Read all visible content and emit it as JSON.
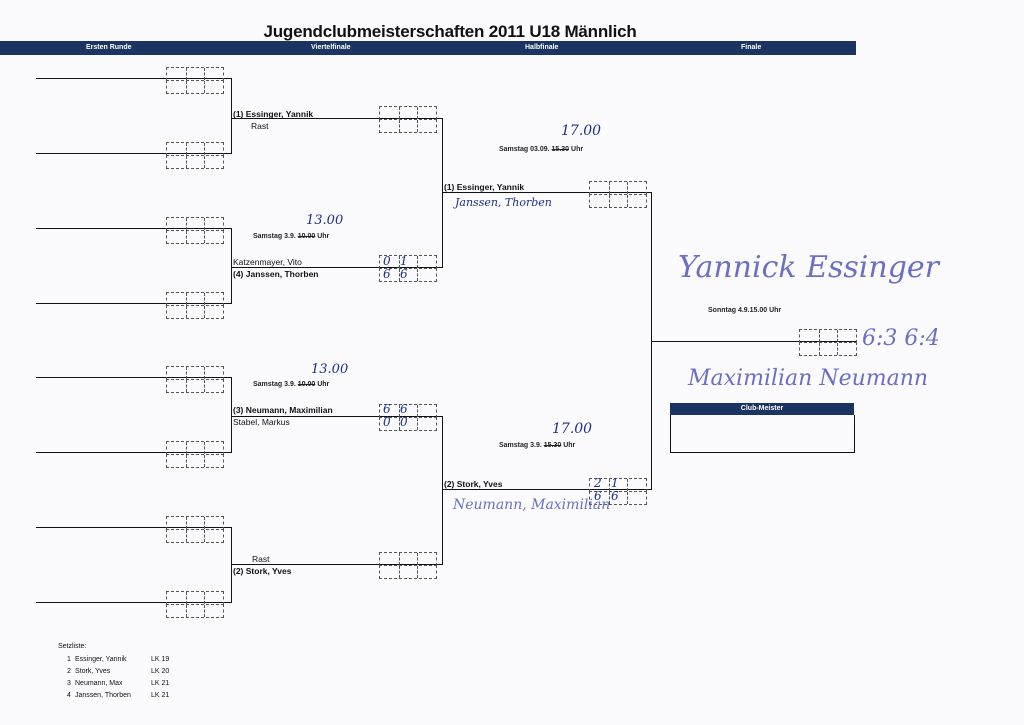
{
  "title": "Jugendclubmeisterschaften 2011 U18 Männlich",
  "rounds": [
    "Ersten Runde",
    "Viertelfinale",
    "Halbfinale",
    "Finale"
  ],
  "quarterfinals": {
    "qf1": {
      "player": "(1) Essinger, Yannik",
      "opponent": "Rast"
    },
    "qf2": {
      "time_written": "13.00",
      "schedule_prefix": "Samstag 3.9. ",
      "schedule_struck": "10.00",
      "schedule_suffix": " Uhr",
      "player_top": "Katzenmayer, Vito",
      "player_bottom": "(4) Janssen, Thorben",
      "score_top": [
        "0",
        "1"
      ],
      "score_bottom": [
        "6",
        "6"
      ]
    },
    "qf3": {
      "time_written": "13.00",
      "schedule_prefix": "Samstag 3.9. ",
      "schedule_struck": "10.00",
      "schedule_suffix": " Uhr",
      "player_top": "(3) Neumann, Maximilian",
      "player_bottom": "Stabel, Markus",
      "score_top": [
        "6",
        "6"
      ],
      "score_bottom": [
        "0",
        "0"
      ]
    },
    "qf4": {
      "opponent": "Rast",
      "player": "(2) Stork, Yves"
    }
  },
  "semifinals": {
    "sf1": {
      "time_written": "17.00",
      "schedule_prefix": "Samstag 03.09. ",
      "schedule_struck": "15.30",
      "schedule_suffix": " Uhr",
      "player": "(1) Essinger, Yannik",
      "opponent_written": "Janssen, Thorben"
    },
    "sf2": {
      "time_written": "17.00",
      "schedule_prefix": "Samstag 3.9. ",
      "schedule_struck": "15.30",
      "schedule_suffix": " Uhr",
      "player": "(2) Stork, Yves",
      "opponent_written": "Neumann, Maximilian",
      "score_top": [
        "2",
        "1"
      ],
      "score_bottom": [
        "6",
        "6"
      ]
    }
  },
  "final": {
    "schedule": "Sonntag 4.9.15.00 Uhr",
    "winner_written": "Yannick Essinger",
    "score_written": "6:3  6:4",
    "runner_up_written": "Maximilian Neumann"
  },
  "club_meister_label": "Club-Meister",
  "setzliste": {
    "heading": "Setzliste:",
    "entries": [
      {
        "rank": "1",
        "name": "Essinger, Yannik",
        "lk": "LK 19"
      },
      {
        "rank": "2",
        "name": "Stork, Yves",
        "lk": "LK 20"
      },
      {
        "rank": "3",
        "name": "Neumann, Max",
        "lk": "LK 21"
      },
      {
        "rank": "4",
        "name": "Janssen, Thorben",
        "lk": "LK 21"
      }
    ]
  }
}
